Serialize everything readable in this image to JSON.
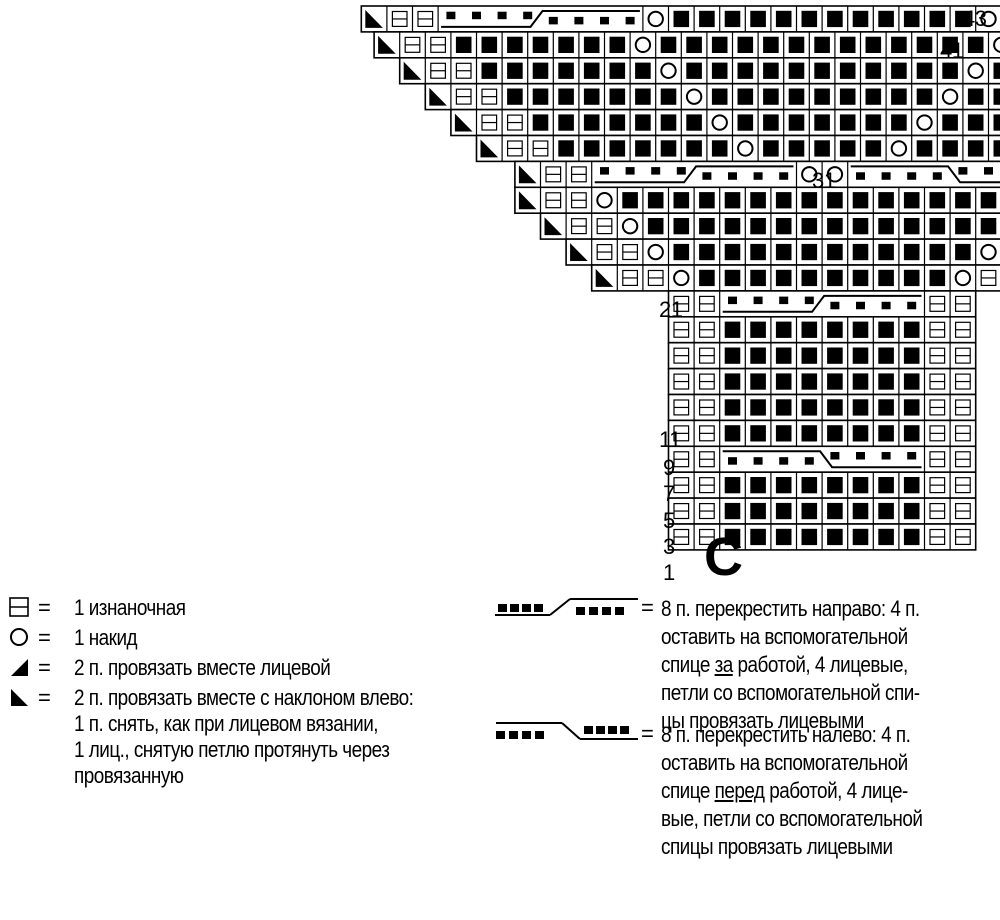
{
  "chart_letter": "C",
  "row_numbers": [
    "43",
    "41",
    "31",
    "21",
    "11",
    "9",
    "7",
    "5",
    "3",
    "1"
  ],
  "legend": {
    "purl": {
      "eq": "=",
      "text": "1 изнаночная"
    },
    "yo": {
      "eq": "=",
      "text": "1 накид"
    },
    "k2tog": {
      "eq": "=",
      "text": "2 п. провязать вместе лицевой"
    },
    "ssk": {
      "eq": "=",
      "line1": "2 п. провязать вместе с наклоном влево:",
      "line2": "1 п. снять, как при лицевом вязании,",
      "line3": "1 лиц., снятую петлю протянуть через",
      "line4": "провязанную"
    },
    "cable_right": {
      "eq": "=",
      "line1": "8 п. перекрестить направо: 4 п.",
      "line2": "оставить на вспомогательной",
      "line3_a": "спице ",
      "line3_u": "за",
      "line3_b": " работой, 4 лицевые,",
      "line4": "петли со вспомогательной спи-",
      "line5": "цы провязать лицевыми"
    },
    "cable_left": {
      "eq": "=",
      "line1": "8 п. перекрестить налево: 4 п.",
      "line2": "оставить на вспомогательной",
      "line3_a": "спице ",
      "line3_u": "перед",
      "line3_b": " работой, 4 лице-",
      "line4": "вые, петли со вспомогательной",
      "line5": "спицы провязать лицевыми"
    }
  },
  "chart_rows": [
    "S P P CR CR CR CR CR CR CR CR O K K K K K K K K K K K K O CL CL CL CL CL CL CL CL P P T",
    "S P P K K K K K K K O K K K K K K K K K K K K K O K K K K K K K P P T",
    "S P P K K K K K K K O K K K K K K K K K K K O K K K K K K K P P T",
    "S P P K K K K K K K O K K K K K K K K K O K K K K K K K P P T",
    "S P P K K K K K K K O K K K K K K K O K K K K K K K P P T",
    "S P P K K K K K K K O K K K K K O K K K K K K K P P T",
    "S P P CR CR CR CR CR CR CR CR O O CL CL CL CL CL CL CL CL P P T",
    "S P P O K K K K K K K K K K K K K K K K O P P T",
    "S P P O K K K K K K K K K K K K K K O P P T",
    "S P P O K K K K K K K K K K K K O P P T",
    "S P P O K K K K K K K K K K O P P T",
    "P P CR CR CR CR CR CR CR CR P P",
    "P P K K K K K K K K P P",
    "P P K K K K K K K K P P",
    "P P K K K K K K K K P P",
    "P P K K K K K K K K P P",
    "P P K K K K K K K K P P",
    "P P CL CL CL CL CL CL CL CL P P",
    "P P K K K K K K K K P P",
    "P P K K K K K K K K P P",
    "P P K K K K K K K K P P"
  ]
}
